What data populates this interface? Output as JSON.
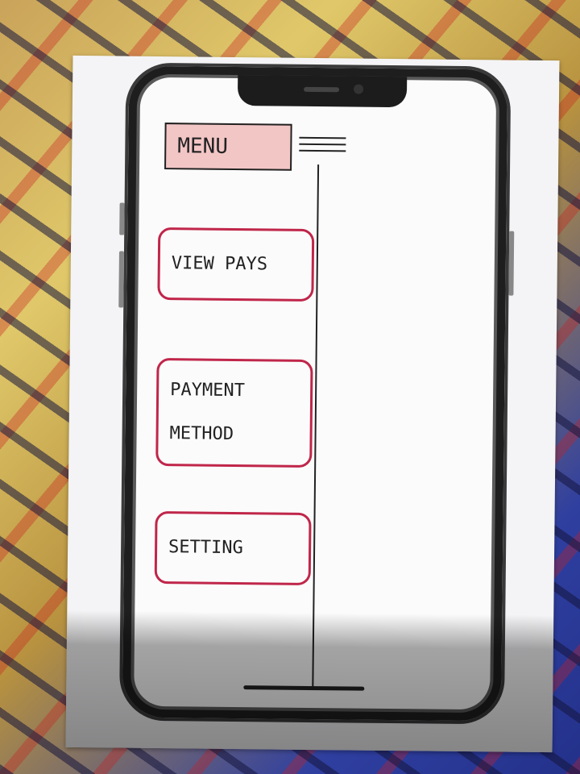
{
  "app": {
    "menu_title": "MENU"
  },
  "menu_items": [
    {
      "label_lines": [
        "VIEW PAYS"
      ]
    },
    {
      "label_lines": [
        "PAYMENT",
        "METHOD"
      ]
    },
    {
      "label_lines": [
        "SETTING"
      ]
    }
  ],
  "icons": {
    "menu_toggle": "hamburger-icon"
  },
  "colors": {
    "header_fill": "#f3c6c6",
    "button_border": "#c0264a",
    "ink": "#222222"
  }
}
